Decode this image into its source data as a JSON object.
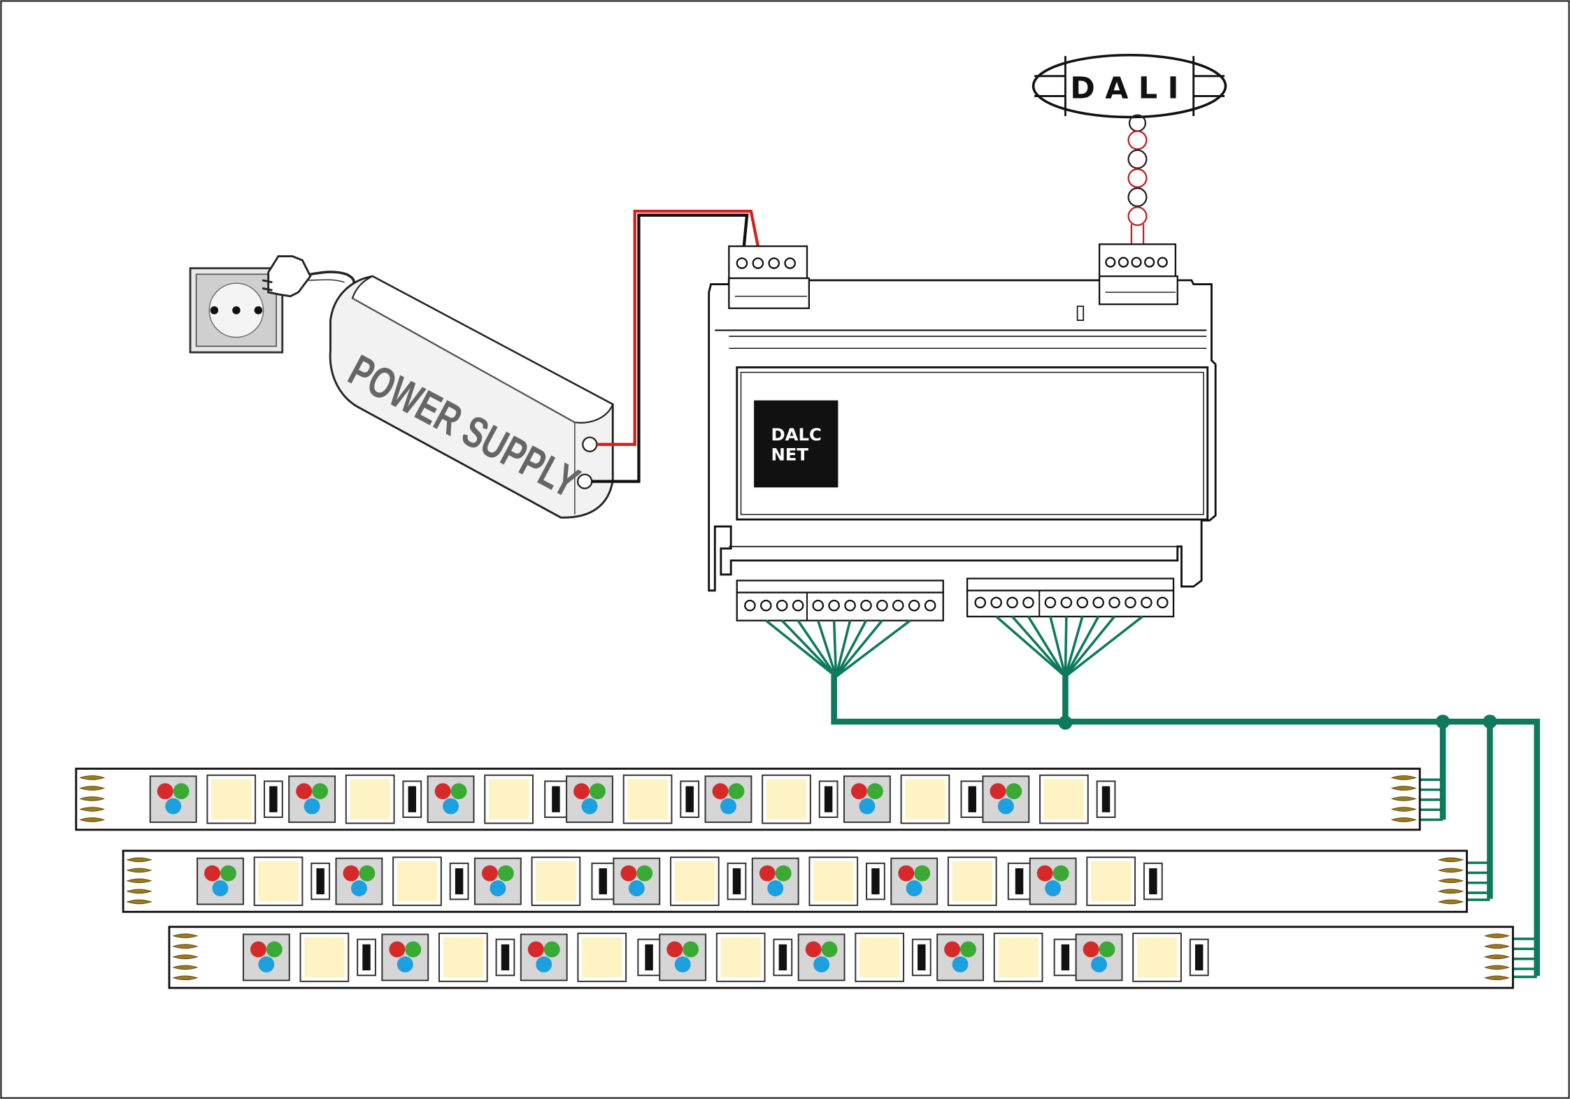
{
  "labels": {
    "power_supply": "POWER SUPPLY",
    "controller_line1": "DALC",
    "controller_line2": "NET",
    "dali": "DALI"
  },
  "strips": [
    {
      "name": "led-strip-1",
      "groups": 7
    },
    {
      "name": "led-strip-2",
      "groups": 7
    },
    {
      "name": "led-strip-3",
      "groups": 7
    }
  ],
  "colors": {
    "wire_positive": "#d42020",
    "wire_negative": "#111111",
    "bus_green": "#0d7a5e",
    "led_red": "#d62a2a",
    "led_green": "#3aaa35",
    "led_blue": "#1ca0e0",
    "warm_white_led": "#fdf3c4",
    "strip_pad": "#9a7a1a"
  }
}
